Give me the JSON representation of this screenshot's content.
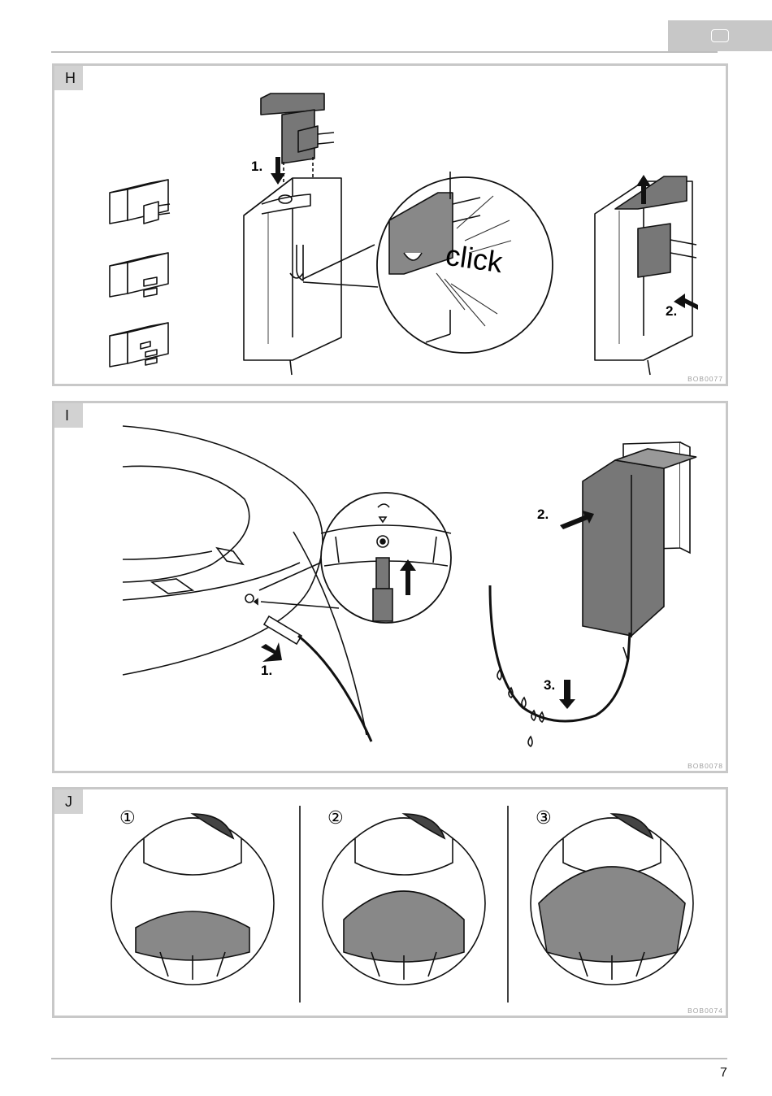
{
  "header": {
    "tab_icon": "rounded-rectangle-icon"
  },
  "panels": [
    {
      "letter": "H",
      "code": "BOB0077",
      "step1": "1.",
      "step2": "2.",
      "click_word": "click",
      "icons": [
        "eu-plug-adapter-icon",
        "us-plug-adapter-icon",
        "uk-plug-adapter-icon",
        "power-adapter-icon",
        "magnifier-callout-icon"
      ]
    },
    {
      "letter": "I",
      "code": "BOB0078",
      "step1": "1.",
      "step2": "2.",
      "step3": "3.",
      "icons": [
        "aquarium-lid-icon",
        "dc-plug-icon",
        "power-socket-icon",
        "wall-socket-icon",
        "drip-loop-icon"
      ]
    },
    {
      "letter": "J",
      "code": "BOB0074",
      "stages": [
        "①",
        "②",
        "③"
      ],
      "icons": [
        "plant-growth-aquarium-icon"
      ]
    }
  ],
  "footer": {
    "page_number": "7"
  }
}
